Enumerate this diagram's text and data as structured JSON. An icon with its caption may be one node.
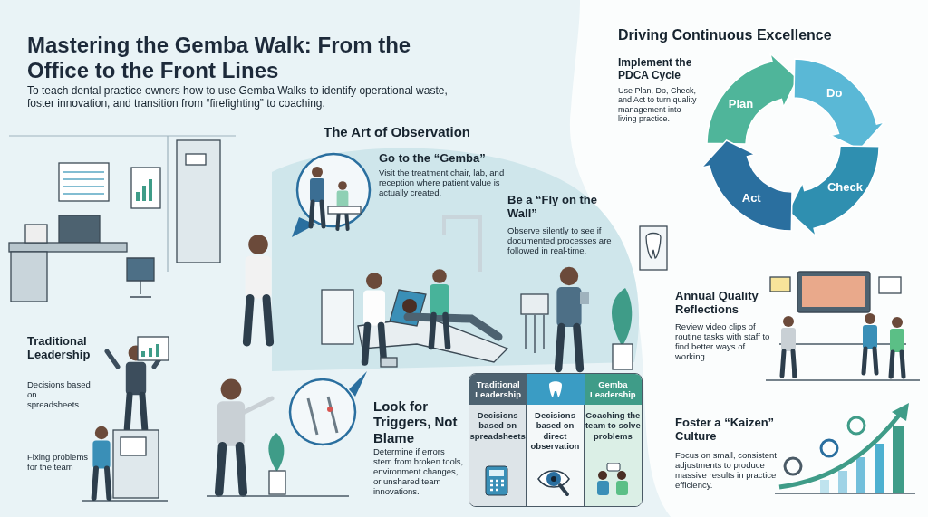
{
  "diagram": {
    "title": "Mastering the Gemba Walk: From the Office to the Front Lines",
    "nodes": [
      {
        "text": [
          "Plan"
        ]
      },
      {
        "text": [
          "Do"
        ]
      },
      {
        "text": [
          "Check"
        ]
      },
      {
        "text": [
          "Act"
        ]
      }
    ],
    "labels": [
      "To teach dental practice owners how to use Gemba Walks to identify operational waste, foster innovation, and transition from “firefighting” to coaching.",
      "The Art of Observation",
      "Go to the “Gemba”",
      "Visit the treatment chair, lab, and reception where patient value is actually created.",
      "Be a “Fly on the Wall”",
      "Observe silently to see if documented processes are followed in real-time.",
      "Traditional Leadership",
      "Decisions based on spreadsheets",
      "Fixing problems for the team",
      "Look for Triggers, Not Blame",
      "Determine if errors stem from broken tools, environment changes, or unshared team innovations.",
      "Traditional Leadership",
      "Gemba Leadership",
      "Decisions based on spreadsheets",
      "Decisions based on direct observation",
      "Coaching the team to solve problems",
      "Driving Continuous Excellence",
      "Implement the PDCA Cycle",
      "Use Plan, Do, Check, and Act to turn quality management into living practice.",
      "Annual Quality Reflections",
      "Review video clips of routine tasks with staff to find better ways of working.",
      "Foster a “Kaizen” Culture",
      "Focus on small, consistent adjustments to produce massive results in practice efficiency."
    ]
  }
}
